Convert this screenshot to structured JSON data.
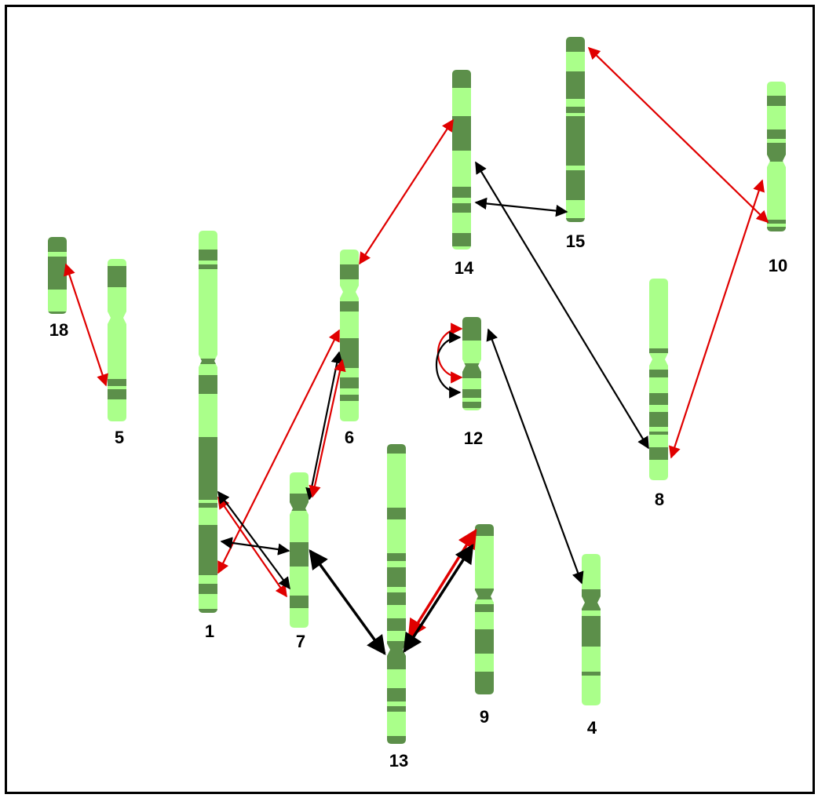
{
  "colors": {
    "band_dark": "#5c8f4a",
    "band_light": "#aaff8a",
    "link_red": "#e00000",
    "link_black": "#000000",
    "border": "#000000"
  },
  "chromosomes": [
    {
      "id": "18",
      "label": "18"
    },
    {
      "id": "5",
      "label": "5"
    },
    {
      "id": "1",
      "label": "1"
    },
    {
      "id": "6",
      "label": "6"
    },
    {
      "id": "7",
      "label": "7"
    },
    {
      "id": "13",
      "label": "13"
    },
    {
      "id": "14",
      "label": "14"
    },
    {
      "id": "15",
      "label": "15"
    },
    {
      "id": "12",
      "label": "12"
    },
    {
      "id": "9",
      "label": "9"
    },
    {
      "id": "4",
      "label": "4"
    },
    {
      "id": "8",
      "label": "8"
    },
    {
      "id": "10",
      "label": "10"
    }
  ],
  "links": [
    {
      "from": "18",
      "to": "5",
      "color": "red"
    },
    {
      "from": "1",
      "to": "6",
      "color": "red"
    },
    {
      "from": "1",
      "to": "7",
      "color": "red"
    },
    {
      "from": "1",
      "to": "7",
      "color": "black"
    },
    {
      "from": "1",
      "to": "7",
      "color": "black"
    },
    {
      "from": "6",
      "to": "7",
      "color": "black"
    },
    {
      "from": "6",
      "to": "7",
      "color": "red"
    },
    {
      "from": "6",
      "to": "14",
      "color": "red"
    },
    {
      "from": "7",
      "to": "13",
      "color": "black"
    },
    {
      "from": "13",
      "to": "9",
      "color": "red"
    },
    {
      "from": "13",
      "to": "9",
      "color": "black"
    },
    {
      "from": "12",
      "to": "12",
      "color": "red"
    },
    {
      "from": "12",
      "to": "12",
      "color": "black"
    },
    {
      "from": "12",
      "to": "4",
      "color": "black"
    },
    {
      "from": "14",
      "to": "15",
      "color": "black"
    },
    {
      "from": "14",
      "to": "8",
      "color": "black"
    },
    {
      "from": "15",
      "to": "10",
      "color": "red"
    },
    {
      "from": "8",
      "to": "10",
      "color": "red"
    }
  ]
}
